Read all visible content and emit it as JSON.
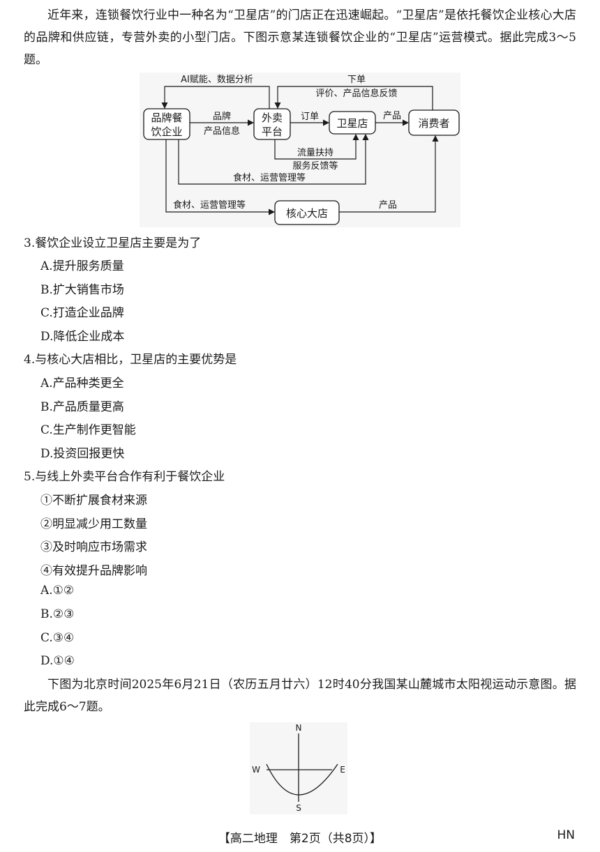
{
  "intro1": "近年来，连锁餐饮行业中一种名为“卫星店”的门店正在迅速崛起。“卫星店”是依托餐饮企业核心大店的品牌和供应链，专营外卖的小型门店。下图示意某连锁餐饮企业的“卫星店”运营模式。据此完成3～5题。",
  "diagram1": {
    "nodes": {
      "brand": [
        "品牌餐",
        "饮企业"
      ],
      "platform": [
        "外卖",
        "平台"
      ],
      "satellite": "卫星店",
      "consumer": "消费者",
      "core": "核心大店"
    },
    "labels": {
      "ai": "AI赋能、数据分析",
      "order_top": "下单",
      "feedback_top": "评价、产品信息反馈",
      "brand_info1": "品牌",
      "brand_info2": "产品信息",
      "order": "订单",
      "product1": "产品",
      "traffic": "流量扶持",
      "service": "服务反馈等",
      "supply1": "食材、运营管理等",
      "supply2": "食材、运营管理等",
      "product2": "产品"
    }
  },
  "questions": [
    {
      "stem": "3.餐饮企业设立卫星店主要是为了",
      "options": [
        "A.提升服务质量",
        "B.扩大销售市场",
        "C.打造企业品牌",
        "D.降低企业成本"
      ]
    },
    {
      "stem": "4.与核心大店相比，卫星店的主要优势是",
      "options": [
        "A.产品种类更全",
        "B.产品质量更高",
        "C.生产制作更智能",
        "D.投资回报更快"
      ]
    },
    {
      "stem": "5.与线上外卖平台合作有利于餐饮企业",
      "items": [
        "①不断扩展食材来源",
        "②明显减少用工数量",
        "③及时响应市场需求",
        "④有效提升品牌影响"
      ],
      "options": [
        "A.①②",
        "B.②③",
        "C.③④",
        "D.①④"
      ]
    }
  ],
  "intro2": "下图为北京时间2025年6月21日（农历五月廿六）12时40分我国某山麓城市太阳视运动示意图。据此完成6～7题。",
  "diagram2": {
    "n": "N",
    "s": "S",
    "w": "W",
    "e": "E"
  },
  "footer": {
    "title": "【高二地理　第2页（共8页）】",
    "code": "HN"
  }
}
